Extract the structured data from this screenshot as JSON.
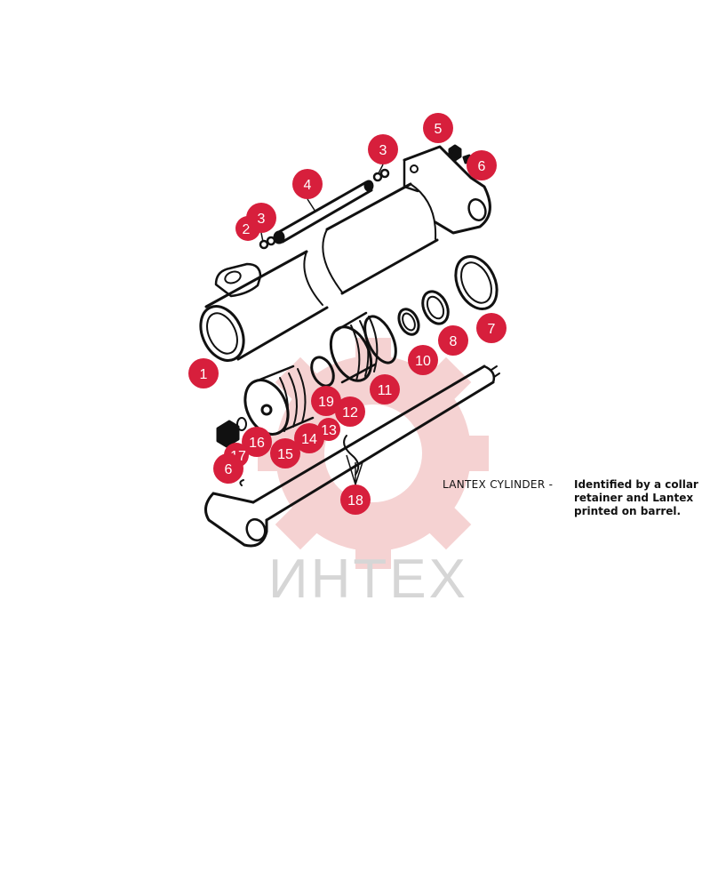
{
  "caption": {
    "title": "LANTEX CYLINDER -",
    "description_lines": [
      "Identified by a collar",
      "retainer and Lantex",
      "printed on barrel."
    ]
  },
  "watermark": {
    "text": "ИНТЕХ",
    "color": "#e8c0c0",
    "text_color": "#d8d8d8"
  },
  "callout_color": "#d71f3c",
  "callouts": [
    "1",
    "2",
    "3",
    "3",
    "4",
    "5",
    "6",
    "7",
    "8",
    "10",
    "11",
    "12",
    "19",
    "13",
    "14",
    "15",
    "16",
    "17",
    "6",
    "18"
  ]
}
